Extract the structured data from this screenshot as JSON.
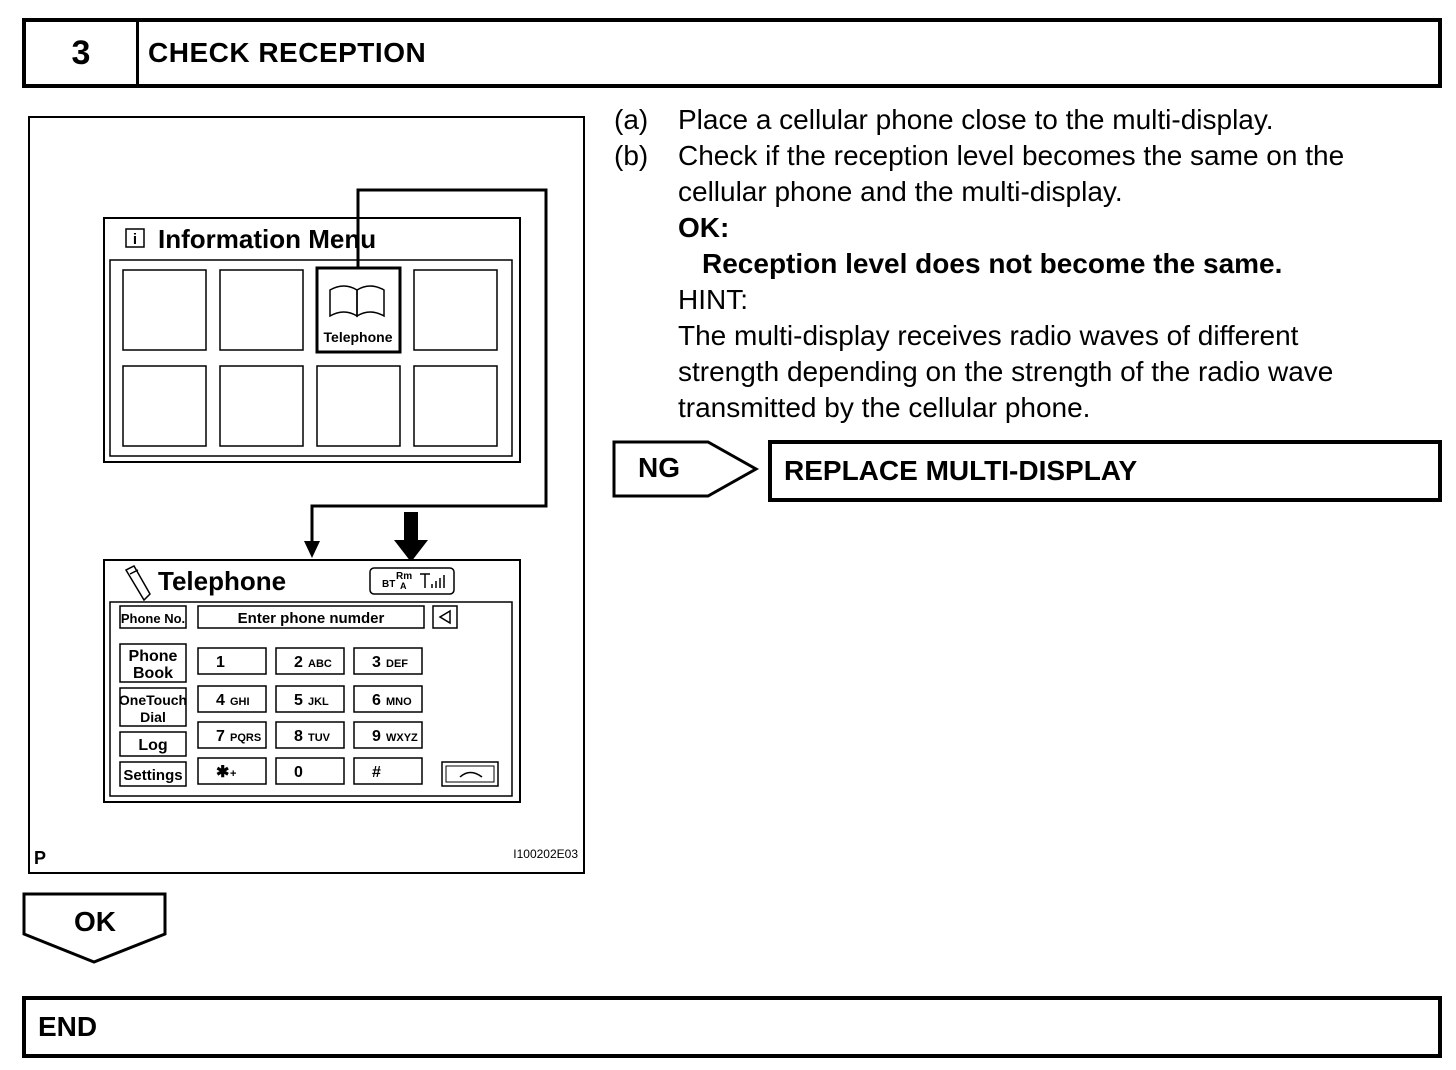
{
  "step": {
    "number": "3",
    "title": "CHECK RECEPTION"
  },
  "instructions": {
    "a_marker": "(a)",
    "a_text": "Place a cellular phone close to the multi-display.",
    "b_marker": "(b)",
    "b_line1": "Check if the reception level becomes the same on the",
    "b_line2": "cellular phone and the multi-display.",
    "ok_label": "OK:",
    "ok_text": "Reception level does not become the same.",
    "hint_label": "HINT:",
    "hint_line1": "The multi-display receives radio waves of different",
    "hint_line2": "strength depending on the strength of the radio wave",
    "hint_line3": "transmitted by the cellular phone."
  },
  "ng": {
    "label": "NG",
    "action": "REPLACE MULTI-DISPLAY"
  },
  "ok_flow": {
    "label": "OK"
  },
  "end": {
    "label": "END"
  },
  "figure": {
    "corner_label": "P",
    "figure_code": "I100202E03",
    "info_menu": {
      "title": "Information Menu",
      "icon": "info-icon",
      "highlight_label": "Telephone"
    },
    "telephone_screen": {
      "title": "Telephone",
      "status": {
        "bt": "BT",
        "rm": "Rm",
        "a": "A"
      },
      "phone_no_label": "Phone No.",
      "input_placeholder": "Enter phone numder",
      "side_buttons": {
        "phone_book_1": "Phone",
        "phone_book_2": "Book",
        "onetouch_1": "OneTouch",
        "onetouch_2": "Dial",
        "log": "Log",
        "settings": "Settings"
      },
      "keys": [
        {
          "num": "1",
          "letters": ""
        },
        {
          "num": "2",
          "letters": "ABC"
        },
        {
          "num": "3",
          "letters": "DEF"
        },
        {
          "num": "4",
          "letters": "GHI"
        },
        {
          "num": "5",
          "letters": "JKL"
        },
        {
          "num": "6",
          "letters": "MNO"
        },
        {
          "num": "7",
          "letters": "PQRS"
        },
        {
          "num": "8",
          "letters": "TUV"
        },
        {
          "num": "9",
          "letters": "WXYZ"
        },
        {
          "num": "✱",
          "letters": "+"
        },
        {
          "num": "0",
          "letters": ""
        },
        {
          "num": "#",
          "letters": ""
        }
      ]
    }
  }
}
